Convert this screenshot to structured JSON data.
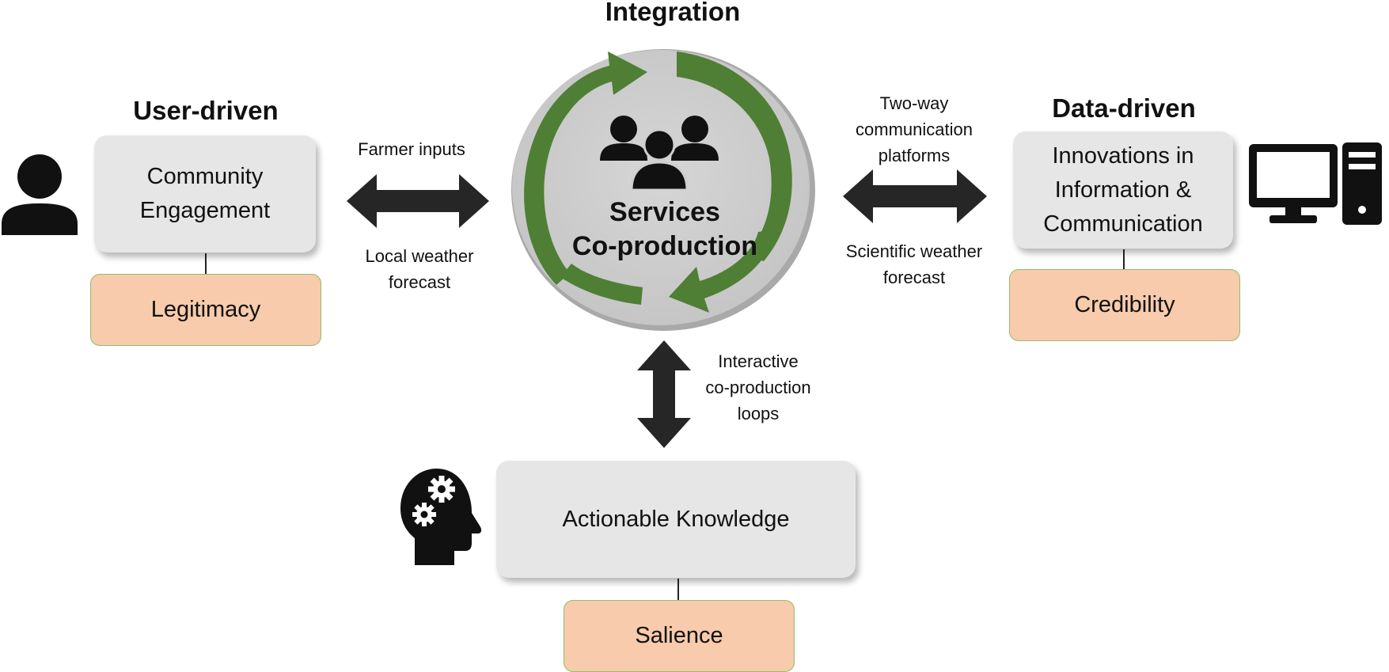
{
  "integration": {
    "title": "Integration",
    "center_label": [
      "Services",
      "Co-production"
    ]
  },
  "user_driven": {
    "title": "User-driven",
    "box": [
      "Community",
      "Engagement"
    ],
    "quality": "Legitimacy"
  },
  "data_driven": {
    "title": "Data-driven",
    "box": [
      "Innovations in",
      "Information &",
      "Communication"
    ],
    "quality": "Credibility"
  },
  "knowledge": {
    "box": "Actionable Knowledge",
    "quality": "Salience"
  },
  "flows": {
    "left_top": "Farmer inputs",
    "left_bottom": "Local weather\nforecast",
    "right_top": "Two-way\ncommunication\nplatforms",
    "right_bottom": "Scientific weather\nforecast",
    "vertical": "Interactive\nco-production\nloops"
  },
  "icons": [
    "user-icon",
    "group-icon",
    "computer-icon",
    "head-gears-icon",
    "double-arrow-icon",
    "cycle-arrow-icon"
  ],
  "colors": {
    "box_fill": "#e6e6e6",
    "quality_fill": "#f7cbab",
    "quality_border": "#8fbf6a",
    "cycle_green": "#4f7f35",
    "arrow_dark": "#262626"
  }
}
